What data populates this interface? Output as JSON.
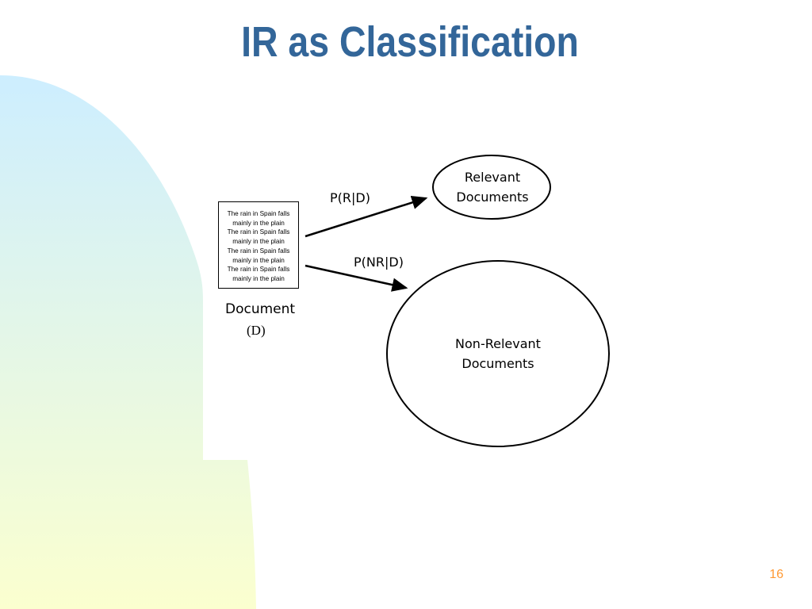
{
  "slide": {
    "title": "IR as Classification",
    "page_number": "16"
  },
  "document": {
    "lines": [
      "The rain in Spain falls",
      "mainly in the plain",
      "The rain in Spain falls",
      "mainly in the plain",
      "The rain in Spain falls",
      "mainly in the plain",
      "The rain in Spain falls",
      "mainly in the plain"
    ],
    "label": "Document",
    "symbol": "(D)"
  },
  "arrows": {
    "relevant_prob": "P(R|D)",
    "nonrelevant_prob": "P(NR|D)"
  },
  "nodes": {
    "relevant": [
      "Relevant",
      "Documents"
    ],
    "nonrelevant": [
      "Non-Relevant",
      "Documents"
    ]
  },
  "colors": {
    "title": "#336699",
    "page_number": "#ff9933",
    "bg_gradient_top": "#cdeeff",
    "bg_gradient_bottom": "#fbffcf"
  }
}
